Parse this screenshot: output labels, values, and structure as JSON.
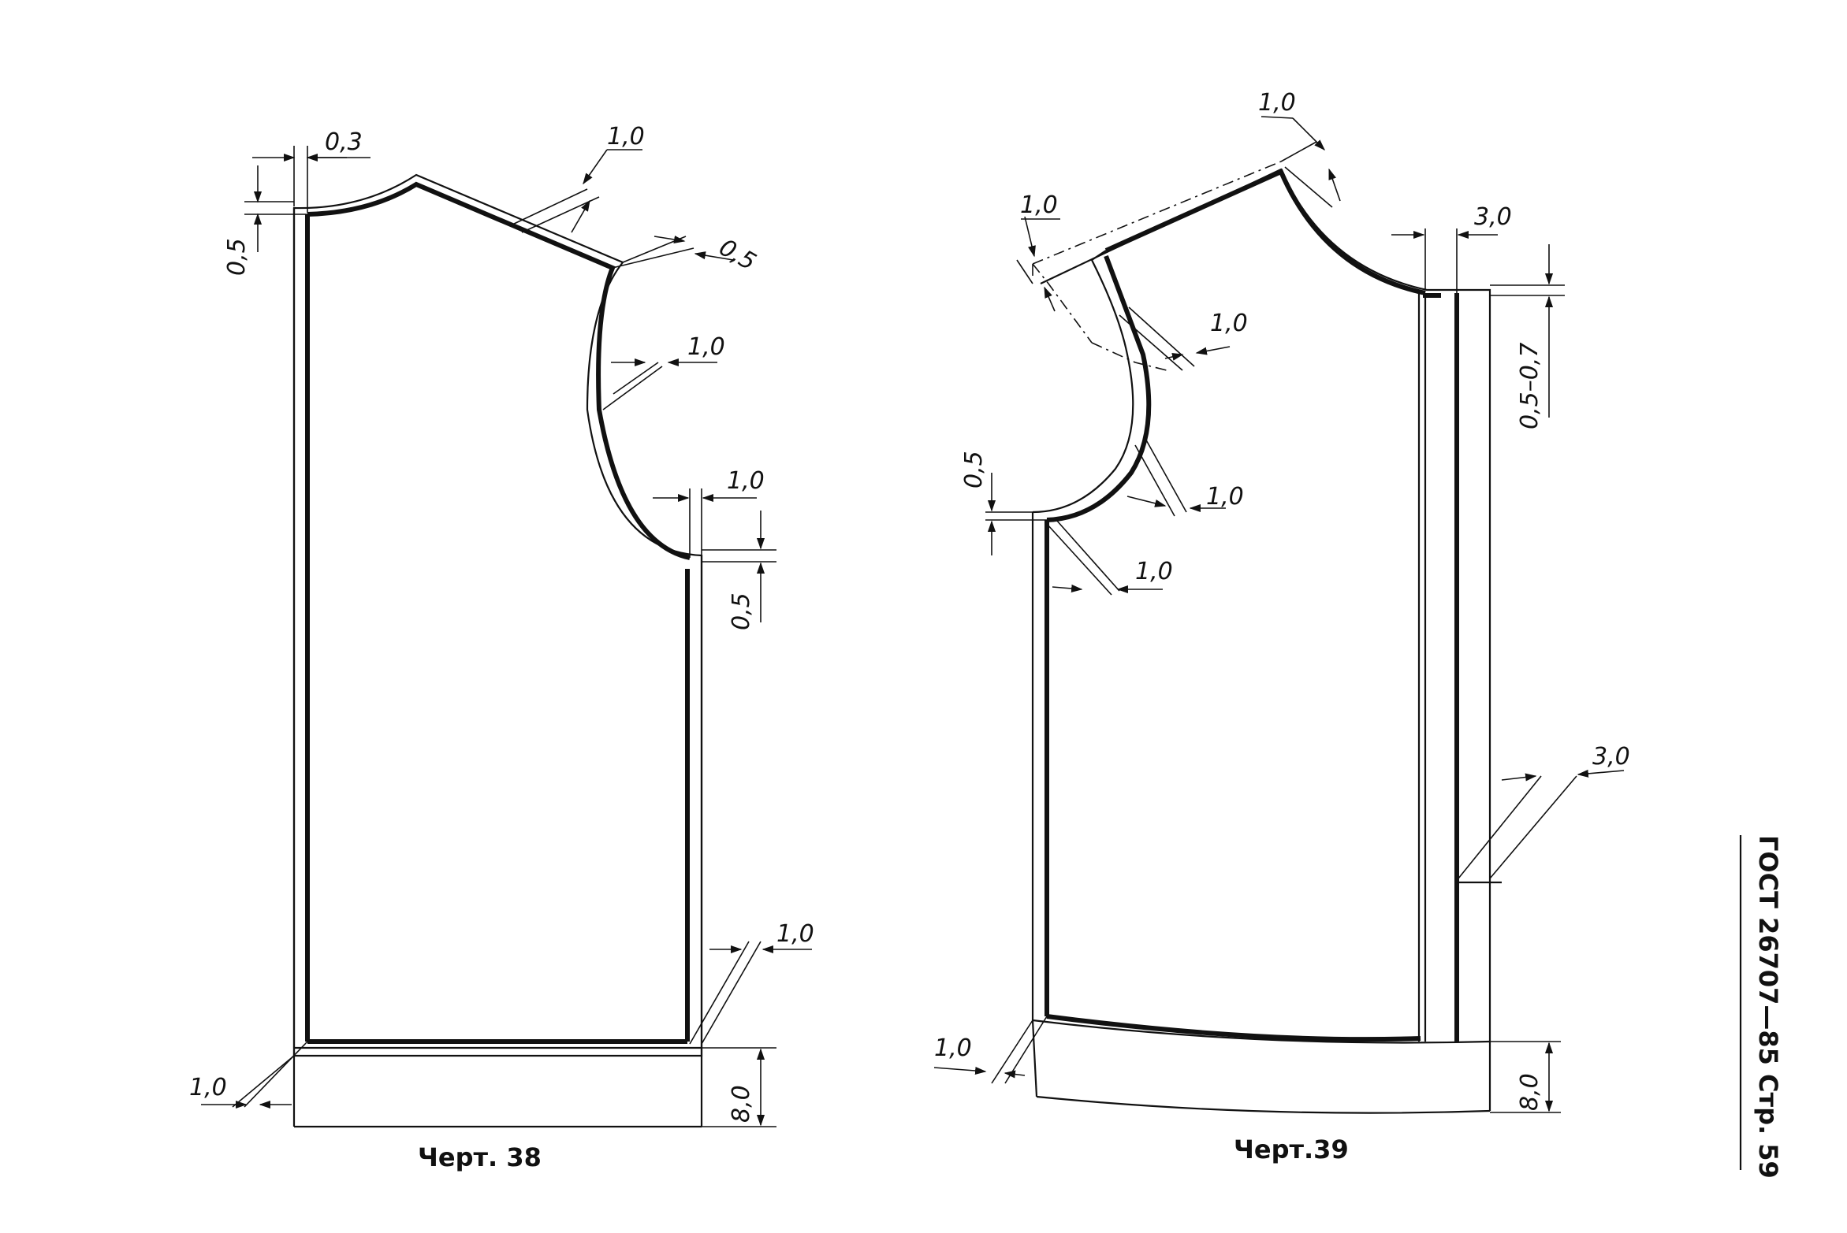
{
  "page": {
    "side_stamp": "ГОСТ 26707—85 Стр. 59"
  },
  "drawing_38": {
    "caption": "Черт. 38",
    "dims": {
      "neck_horizontal": "0,3",
      "neck_vertical": "0,5",
      "shoulder_seam": "1,0",
      "shoulder_point": "0,5",
      "armhole": "1,0",
      "side_top_horizontal": "1,0",
      "side_top_vertical": "0,5",
      "side_seam": "1,0",
      "front_edge": "1,0",
      "hem": "8,0"
    }
  },
  "drawing_39": {
    "caption": "Черт.39",
    "dims": {
      "shoulder_top": "1,0",
      "shoulder_left": "1,0",
      "armhole_upper": "1,0",
      "armhole_lower": "1,0",
      "armhole_vertical": "0,5",
      "side_seam": "1,0",
      "front_edge": "1,0",
      "facing_top": "3,0",
      "neck_vertical": "0,5–0,7",
      "facing_side": "3,0",
      "hem": "8,0"
    }
  }
}
